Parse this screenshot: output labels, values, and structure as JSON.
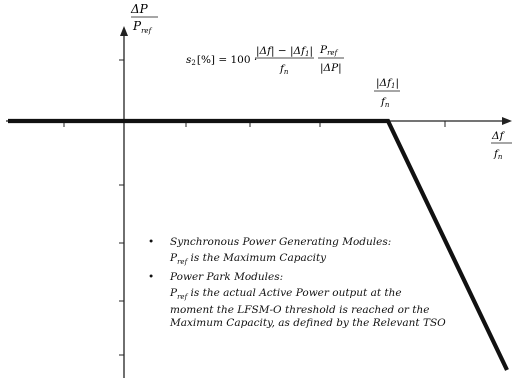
{
  "axes": {
    "y_numerator": "ΔP",
    "y_denominator_base": "P",
    "y_denominator_sub": "ref",
    "x_numerator": "Δf",
    "x_denominator_base": "f",
    "x_denominator_sub": "n"
  },
  "formula": {
    "lhs": "s",
    "lhs_sub": "2",
    "lhs_rest": "[%] = 100 ·",
    "frac1_num": "|Δf| − |Δf",
    "frac1_num_sub": "1",
    "frac1_den": "f",
    "frac1_den_sub": "n",
    "frac2_num_base": "P",
    "frac2_num_sub": "ref",
    "frac2_den": "|ΔP|"
  },
  "threshold_label": {
    "num": "|Δf",
    "num_sub": "1",
    "den": "f",
    "den_sub": "n"
  },
  "notes": [
    {
      "title": "Synchronous Power Generating Modules:",
      "pref_base": "P",
      "pref_sub": "ref",
      "text": " is the Maximum Capacity"
    },
    {
      "title": "Power Park Modules:",
      "pref_base": "P",
      "pref_sub": "ref",
      "text": " is the actual Active Power output at the moment the LFSM-O threshold is reached or the Maximum Capacity, as defined by the Relevant TSO"
    }
  ]
}
